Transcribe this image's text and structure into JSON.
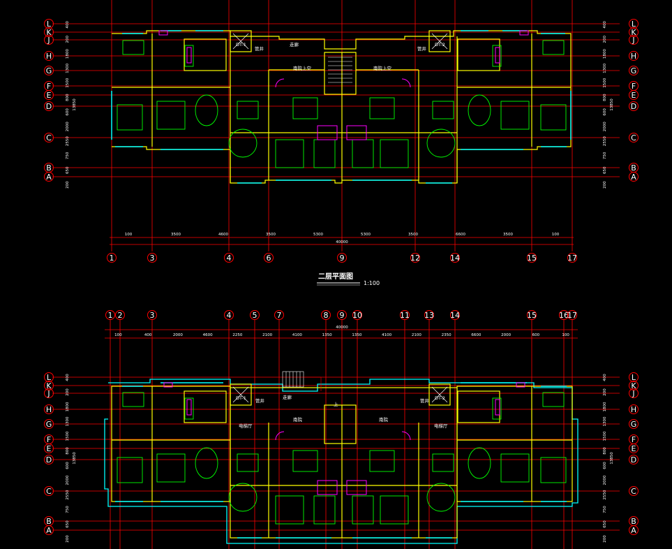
{
  "drawing": {
    "title": "二层平面图",
    "scale": "1:100"
  },
  "colors": {
    "background": "#000000",
    "axis_line": "#ff0000",
    "axis_bubble": "#ff0000",
    "wall": "#ffff00",
    "window": "#00ffff",
    "furniture": "#00ff00",
    "door": "#ff00ff",
    "text": "#ffffff",
    "outline": "#00ffff"
  },
  "row_axes": [
    "L",
    "K",
    "J",
    "H",
    "G",
    "F",
    "E",
    "D",
    "C",
    "B",
    "A"
  ],
  "upper_plan": {
    "column_axes": [
      "1",
      "3",
      "4",
      "6",
      "9",
      "12",
      "14",
      "15",
      "17"
    ],
    "dimensions": [
      "100",
      "3500",
      "4600",
      "3500",
      "5300",
      "5300",
      "3500",
      "6600",
      "3500",
      "100"
    ],
    "total": "40000",
    "left_dims": [
      "200",
      "650",
      "750",
      "2550",
      "2000",
      "600",
      "800",
      "1500",
      "1300",
      "1800",
      "200",
      "400"
    ],
    "right_dims": [
      "200",
      "650",
      "750",
      "2550",
      "2000",
      "600",
      "800",
      "1500",
      "1300",
      "1800",
      "200",
      "400"
    ],
    "vertical_total": "13850",
    "labels": {
      "dt1": "DT-1",
      "dt2": "DT-2",
      "corridor": "走廊",
      "shaft_left": "管井",
      "shaft_right": "管井",
      "void_left": "南院上空",
      "void_right": "南院上空"
    }
  },
  "lower_plan": {
    "column_axes": [
      "1",
      "2",
      "3",
      "4",
      "5",
      "7",
      "8",
      "9",
      "10",
      "11",
      "13",
      "14",
      "15",
      "16",
      "17"
    ],
    "dimensions": [
      "100",
      "400",
      "2000",
      "4600",
      "2250",
      "2100",
      "4100",
      "1350",
      "1350",
      "4100",
      "2100",
      "2350",
      "6600",
      "2000",
      "600",
      "100"
    ],
    "total": "40000",
    "left_dims": [
      "200",
      "650",
      "750",
      "2550",
      "2000",
      "600",
      "800",
      "1500",
      "1300",
      "1800",
      "200",
      "400"
    ],
    "right_dims": [
      "200",
      "650",
      "750",
      "2550",
      "2000",
      "600",
      "800",
      "1500",
      "1300",
      "1800",
      "200",
      "400"
    ],
    "vertical_total": "13850",
    "labels": {
      "dt1": "DT-1",
      "dt2": "DT-2",
      "corridor": "走廊",
      "shaft_left": "管井",
      "shaft_right": "管井",
      "garden_left": "南院",
      "garden_right": "南院",
      "ew_left": "电梯厅",
      "ew_right": "电梯厅",
      "stair": "上"
    }
  }
}
